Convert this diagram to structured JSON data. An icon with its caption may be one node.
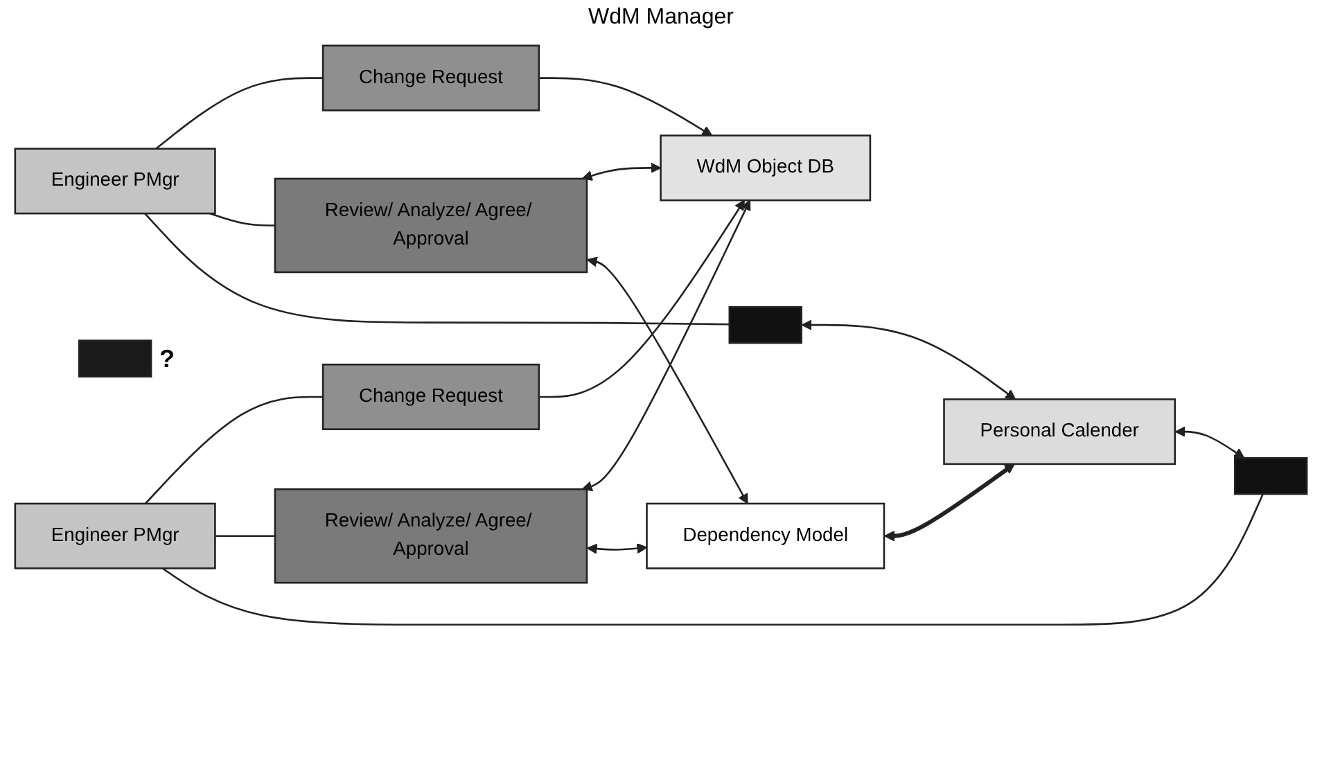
{
  "diagram": {
    "nodes": [
      {
        "text": [
          "Engineer PMgr"
        ]
      },
      {
        "text": [
          "Change Request"
        ]
      },
      {
        "text": [
          "Review/ Analyze/ Agree/ Approval"
        ]
      },
      {
        "text": [],
        "shape": "box"
      },
      {
        "text": [
          "WdM Object DB"
        ]
      },
      {
        "text": [
          "Dependency Model"
        ]
      },
      {
        "text": [
          "Personal Calender"
        ]
      },
      {
        "text": [],
        "shape": "box",
        "beside": [
          "?"
        ]
      },
      {
        "text": [
          "Change Request"
        ]
      },
      {
        "text": [
          "Review/ Analyze/ Agree/ Approval"
        ]
      },
      {
        "text": [],
        "shape": "box"
      },
      {
        "text": [
          "Engineer PMgr"
        ]
      }
    ],
    "edges": [
      {
        "from": 0,
        "to": 1,
        "arrow": "none"
      },
      {
        "from": 0,
        "to": 2,
        "arrow": "none"
      },
      {
        "from": 0,
        "to": 3,
        "arrow": "none"
      },
      {
        "from": 1,
        "to": 4,
        "arrow": "to"
      },
      {
        "from": 2,
        "to": 4,
        "arrow": "both"
      },
      {
        "from": 2,
        "to": 5,
        "arrow": "both"
      },
      {
        "from": 5,
        "to": 6,
        "arrow": "both",
        "style": "thick"
      },
      {
        "from": 3,
        "to": 6,
        "arrow": "both"
      },
      {
        "from": 6,
        "to": 10,
        "arrow": "both"
      },
      {
        "from": 8,
        "to": 4,
        "arrow": "to"
      },
      {
        "from": 9,
        "to": 4,
        "arrow": "both"
      },
      {
        "from": 9,
        "to": 5,
        "arrow": "both"
      },
      {
        "from": 11,
        "to": 8,
        "arrow": "none"
      },
      {
        "from": 11,
        "to": 9,
        "arrow": "none"
      },
      {
        "from": 11,
        "to": 10,
        "arrow": "none"
      }
    ],
    "labels": [
      "WdM Manager"
    ]
  }
}
